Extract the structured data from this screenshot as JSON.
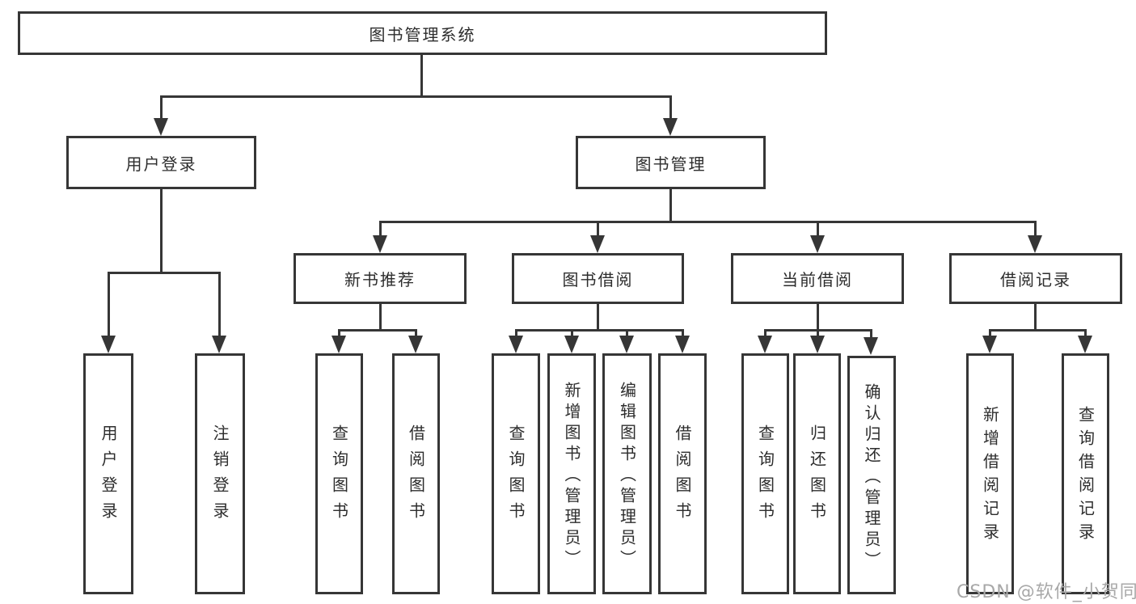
{
  "nodes": {
    "root": "图书管理系统",
    "user_login": "用户登录",
    "book_mgmt": "图书管理",
    "new_books": "新书推荐",
    "book_borrow": "图书借阅",
    "current_borrow": "当前借阅",
    "borrow_records": "借阅记录",
    "leaves": {
      "user_login_leaf": "用户登录",
      "logout": "注销登录",
      "nb_query": "查询图书",
      "nb_borrow": "借阅图书",
      "bb_query": "查询图书",
      "bb_add": "新增图书（管理员）",
      "bb_edit": "编辑图书（管理员）",
      "bb_borrow": "借阅图书",
      "cb_query": "查询图书",
      "cb_return": "归还图书",
      "cb_confirm": "确认归还（管理员）",
      "br_add": "新增借阅记录",
      "br_query": "查询借阅记录"
    }
  },
  "watermark": "CSDN @软件_小贺同学",
  "colors": {
    "line": "#363636",
    "text": "#2d2d2d",
    "box_background": "#ffffff",
    "watermark": "#a8a8a8",
    "page_background": "#ffffff"
  }
}
